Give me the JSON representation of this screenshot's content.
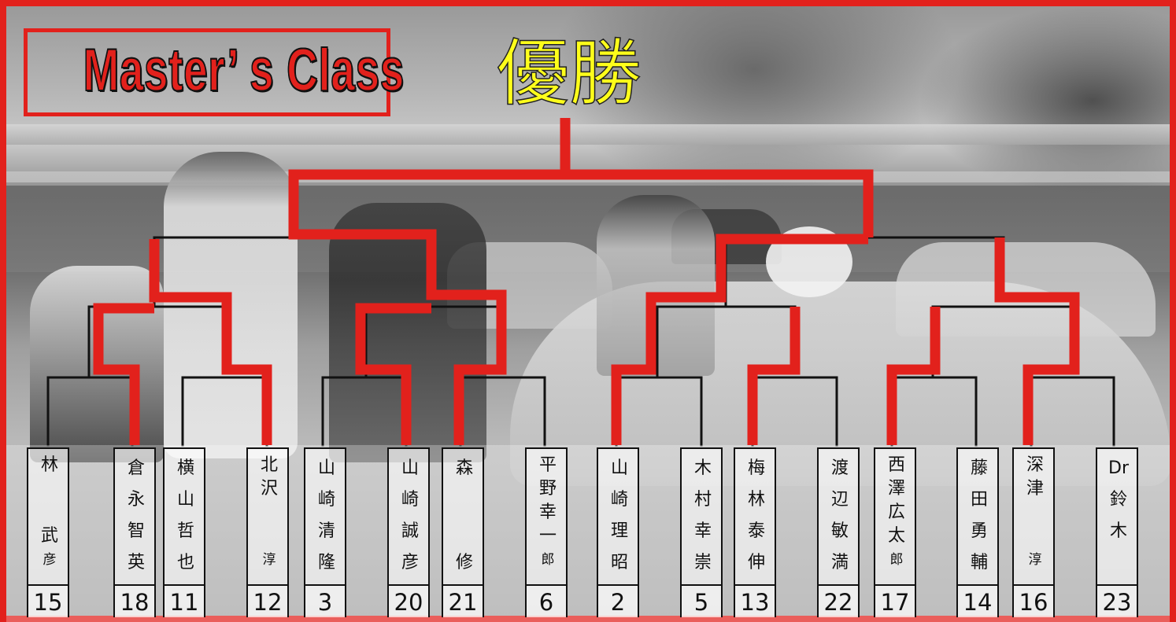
{
  "title": {
    "class_label": "Master’ s Class",
    "champion_label": "優勝"
  },
  "colors": {
    "frame": "#e2211c",
    "winner_path": "#e2211c",
    "bracket_line": "#111111",
    "champion_text": "#ffff1a"
  },
  "entrants": [
    {
      "name": "林　武彦",
      "number": "15"
    },
    {
      "name": "倉永智英",
      "number": "18"
    },
    {
      "name": "横山哲也",
      "number": "11"
    },
    {
      "name": "北沢　淳",
      "number": "12"
    },
    {
      "name": "山崎清隆",
      "number": "3"
    },
    {
      "name": "山崎誠彦",
      "number": "20"
    },
    {
      "name": "森　修",
      "number": "21"
    },
    {
      "name": "平野幸一郎",
      "number": "6"
    },
    {
      "name": "山崎理昭",
      "number": "2"
    },
    {
      "name": "木村幸崇",
      "number": "5"
    },
    {
      "name": "梅林泰伸",
      "number": "13"
    },
    {
      "name": "渡辺敏満",
      "number": "22"
    },
    {
      "name": "西澤広太郎",
      "number": "17"
    },
    {
      "name": "藤田勇輔",
      "number": "14"
    },
    {
      "name": "深津　淳",
      "number": "16"
    },
    {
      "name": "Dr鈴木",
      "number": "23"
    }
  ]
}
